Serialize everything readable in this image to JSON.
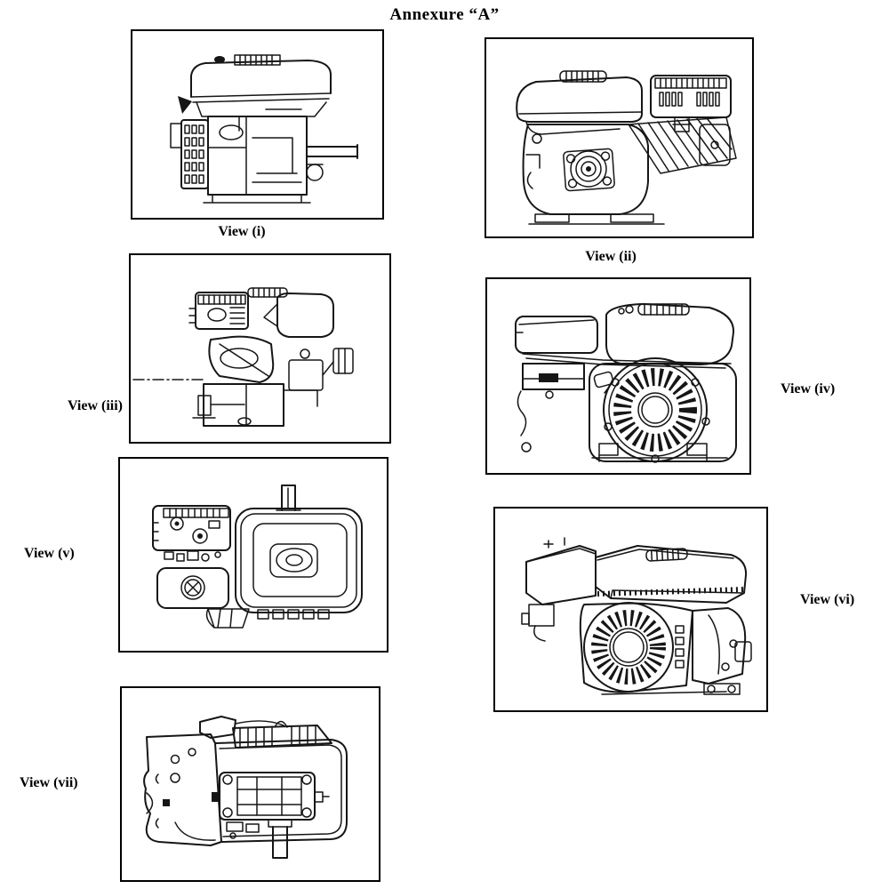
{
  "page": {
    "title": "Annexure “A”"
  },
  "views": [
    {
      "id": "i",
      "label": "View (i)",
      "drawing": "engine-left-side-view"
    },
    {
      "id": "ii",
      "label": "View (ii)",
      "drawing": "engine-pto-shaft-end-view"
    },
    {
      "id": "iii",
      "label": "View (iii)",
      "drawing": "engine-carburetor-side-view"
    },
    {
      "id": "iv",
      "label": "View (iv)",
      "drawing": "engine-recoil-starter-side-view"
    },
    {
      "id": "v",
      "label": "View (v)",
      "drawing": "engine-top-view"
    },
    {
      "id": "vi",
      "label": "View (vi)",
      "drawing": "engine-three-quarter-perspective-view"
    },
    {
      "id": "vii",
      "label": "View (vii)",
      "drawing": "engine-bottom-view"
    }
  ]
}
